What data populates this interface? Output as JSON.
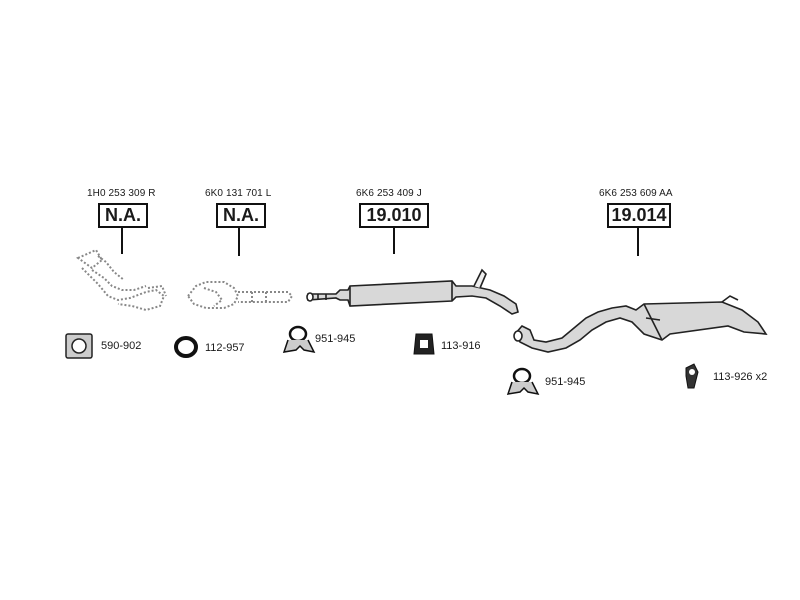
{
  "parts": [
    {
      "oem": "1H0 253 309 R",
      "ref": "N.A."
    },
    {
      "oem": "6K0 131 701 L",
      "ref": "N.A."
    },
    {
      "oem": "6K6 253 409 J",
      "ref": "19.010"
    },
    {
      "oem": "6K6 253 609 AA",
      "ref": "19.014"
    }
  ],
  "accessories": [
    {
      "code": "590-902",
      "icon": "flange-gasket-icon"
    },
    {
      "code": "112-957",
      "icon": "ring-gasket-icon"
    },
    {
      "code": "951-945",
      "icon": "clamp-icon"
    },
    {
      "code": "113-916",
      "icon": "rubber-hanger-icon"
    },
    {
      "code": "951-945",
      "icon": "clamp-icon"
    },
    {
      "code": "113-926 x2",
      "icon": "rubber-mount-icon"
    }
  ]
}
